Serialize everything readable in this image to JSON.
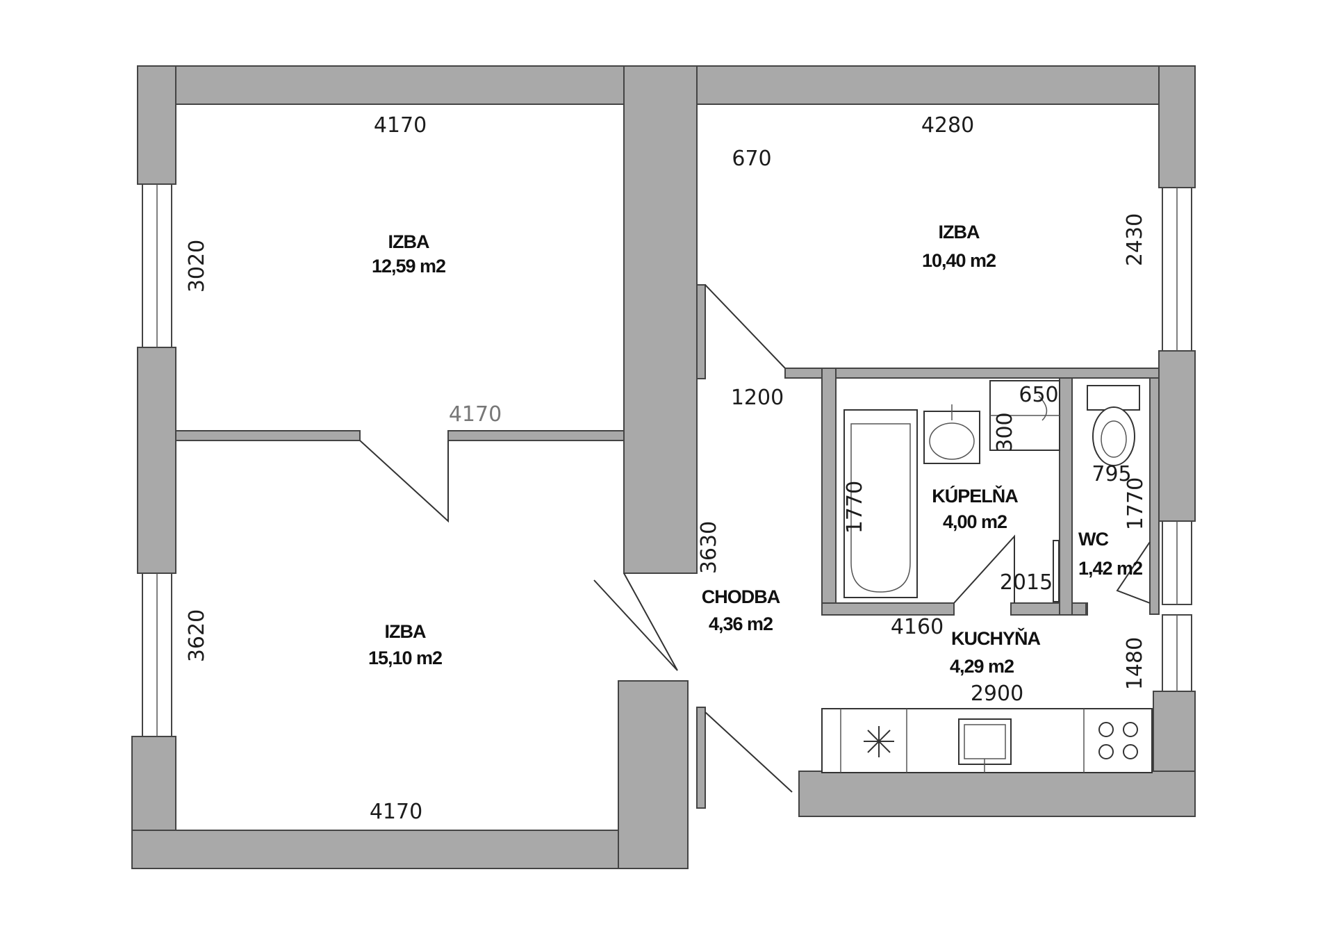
{
  "rooms": {
    "izba_top_left": {
      "name": "IZBA",
      "area": "12,59 m2"
    },
    "izba_top_right": {
      "name": "IZBA",
      "area": "10,40 m2"
    },
    "izba_bottom_left": {
      "name": "IZBA",
      "area": "15,10 m2"
    },
    "chodba": {
      "name": "CHODBA",
      "area": "4,36 m2"
    },
    "kupelna": {
      "name": "KÚPELŇA",
      "area": "4,00 m2"
    },
    "wc": {
      "name": "WC",
      "area": "1,42 m2"
    },
    "kuchyna": {
      "name": "KUCHYŇA",
      "area": "4,29 m2"
    }
  },
  "dimensions": {
    "top_left_width": "4170",
    "top_left_height": "3020",
    "top_right_width": "4280",
    "top_right_offset": "670",
    "top_right_height": "2430",
    "middle_wall": "4170",
    "corridor_width": "1200",
    "corridor_length": "3630",
    "bottom_left_height": "3620",
    "bottom_left_width": "4170",
    "sink_width": "650",
    "sink_depth": "300",
    "bath_length": "1770",
    "wc_width": "795",
    "wc_length": "1770",
    "bath_wall": "2015",
    "kitchen_top": "4160",
    "kitchen_counter": "2900",
    "kitchen_height": "1480"
  }
}
